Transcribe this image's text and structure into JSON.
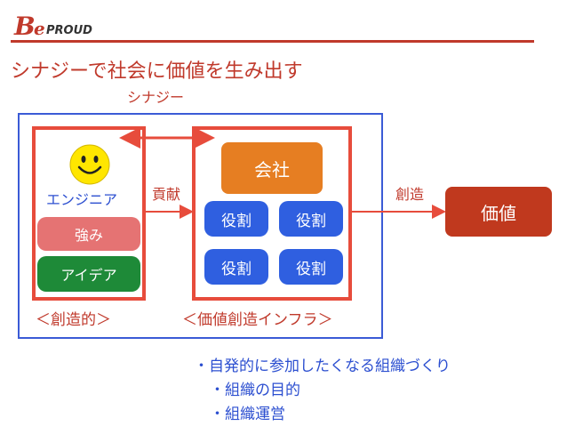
{
  "logo": {
    "text": "Be PROUD",
    "icon": "be-proud-logo"
  },
  "title": "シナジーで社会に価値を生み出す",
  "synergy_label": "シナジー",
  "left_group": {
    "icon": "smiley-face-icon",
    "engineer_label": "エンジニア",
    "strength_label": "強み",
    "idea_label": "アイデア",
    "caption": "＜創造的＞"
  },
  "right_group": {
    "company_label": "会社",
    "roles": [
      "役割",
      "役割",
      "役割",
      "役割"
    ],
    "caption": "＜価値創造インフラ＞"
  },
  "contribution_label": "貢献",
  "creation_label": "創造",
  "value_label": "価値",
  "bullets": {
    "main": "・自発的に参加したくなる組織づくり",
    "sub": [
      "・組織の目的",
      "・組織運営"
    ]
  },
  "colors": {
    "accent_red": "#c0392b",
    "frame_red": "#e74c3c",
    "frame_blue": "#3b5bd6",
    "role_blue": "#2f5fe0",
    "company_orange": "#e67e22",
    "strength_pink": "#e57373",
    "idea_green": "#1e8a38",
    "value_red": "#c0391e"
  }
}
